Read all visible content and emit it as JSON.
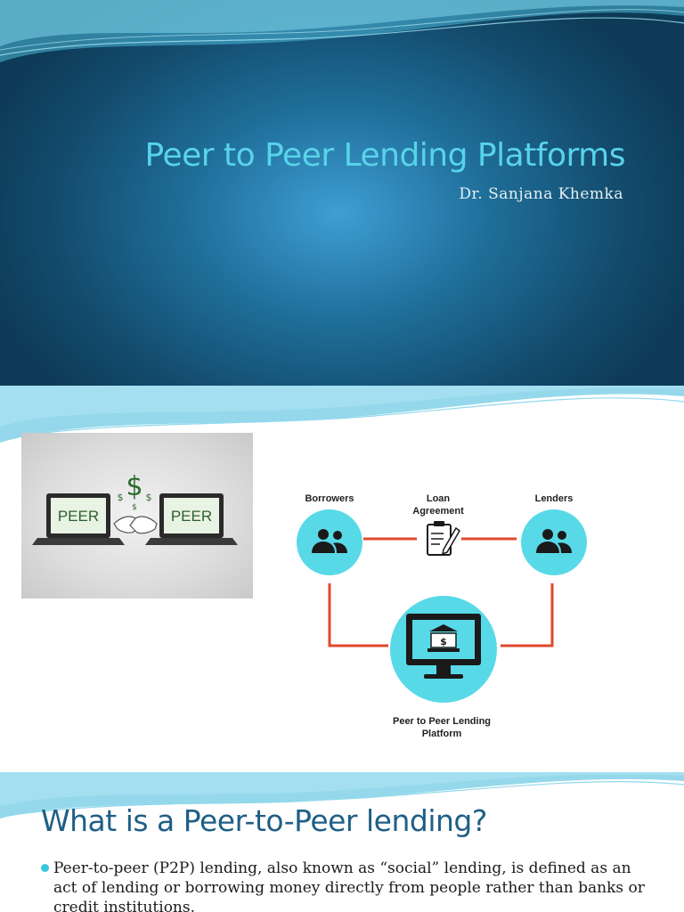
{
  "slide1": {
    "title": "Peer to Peer Lending Platforms",
    "subtitle": "Dr. Sanjana Khemka",
    "colors": {
      "background": "#134c6e",
      "title": "#58d3ea",
      "subtitle": "#e6eef3"
    }
  },
  "slide2": {
    "image": {
      "left_label": "PEER",
      "right_label": "PEER",
      "currency_symbol": "$",
      "small_symbols": [
        "$",
        "$",
        "$"
      ]
    },
    "diagram": {
      "borrowers": "Borrowers",
      "loan_agreement": "Loan Agreement",
      "lenders": "Lenders",
      "platform": "Peer to Peer Lending Platform",
      "bank_symbol": "$",
      "icons": [
        "users-icon",
        "document-pen-icon",
        "users-icon",
        "monitor-bank-icon"
      ],
      "colors": {
        "circle": "#58d9e8",
        "connector": "#e0482c",
        "icon": "#1a1a1a"
      }
    }
  },
  "slide3": {
    "title": "What is a Peer-to-Peer lending?",
    "bullet": "Peer-to-peer (P2P) lending, also known as “social” lending, is defined as an act of lending or borrowing money directly from people rather than banks or credit institutions.",
    "colors": {
      "title": "#1f5f86",
      "bullet_dot": "#37c6dd"
    }
  }
}
